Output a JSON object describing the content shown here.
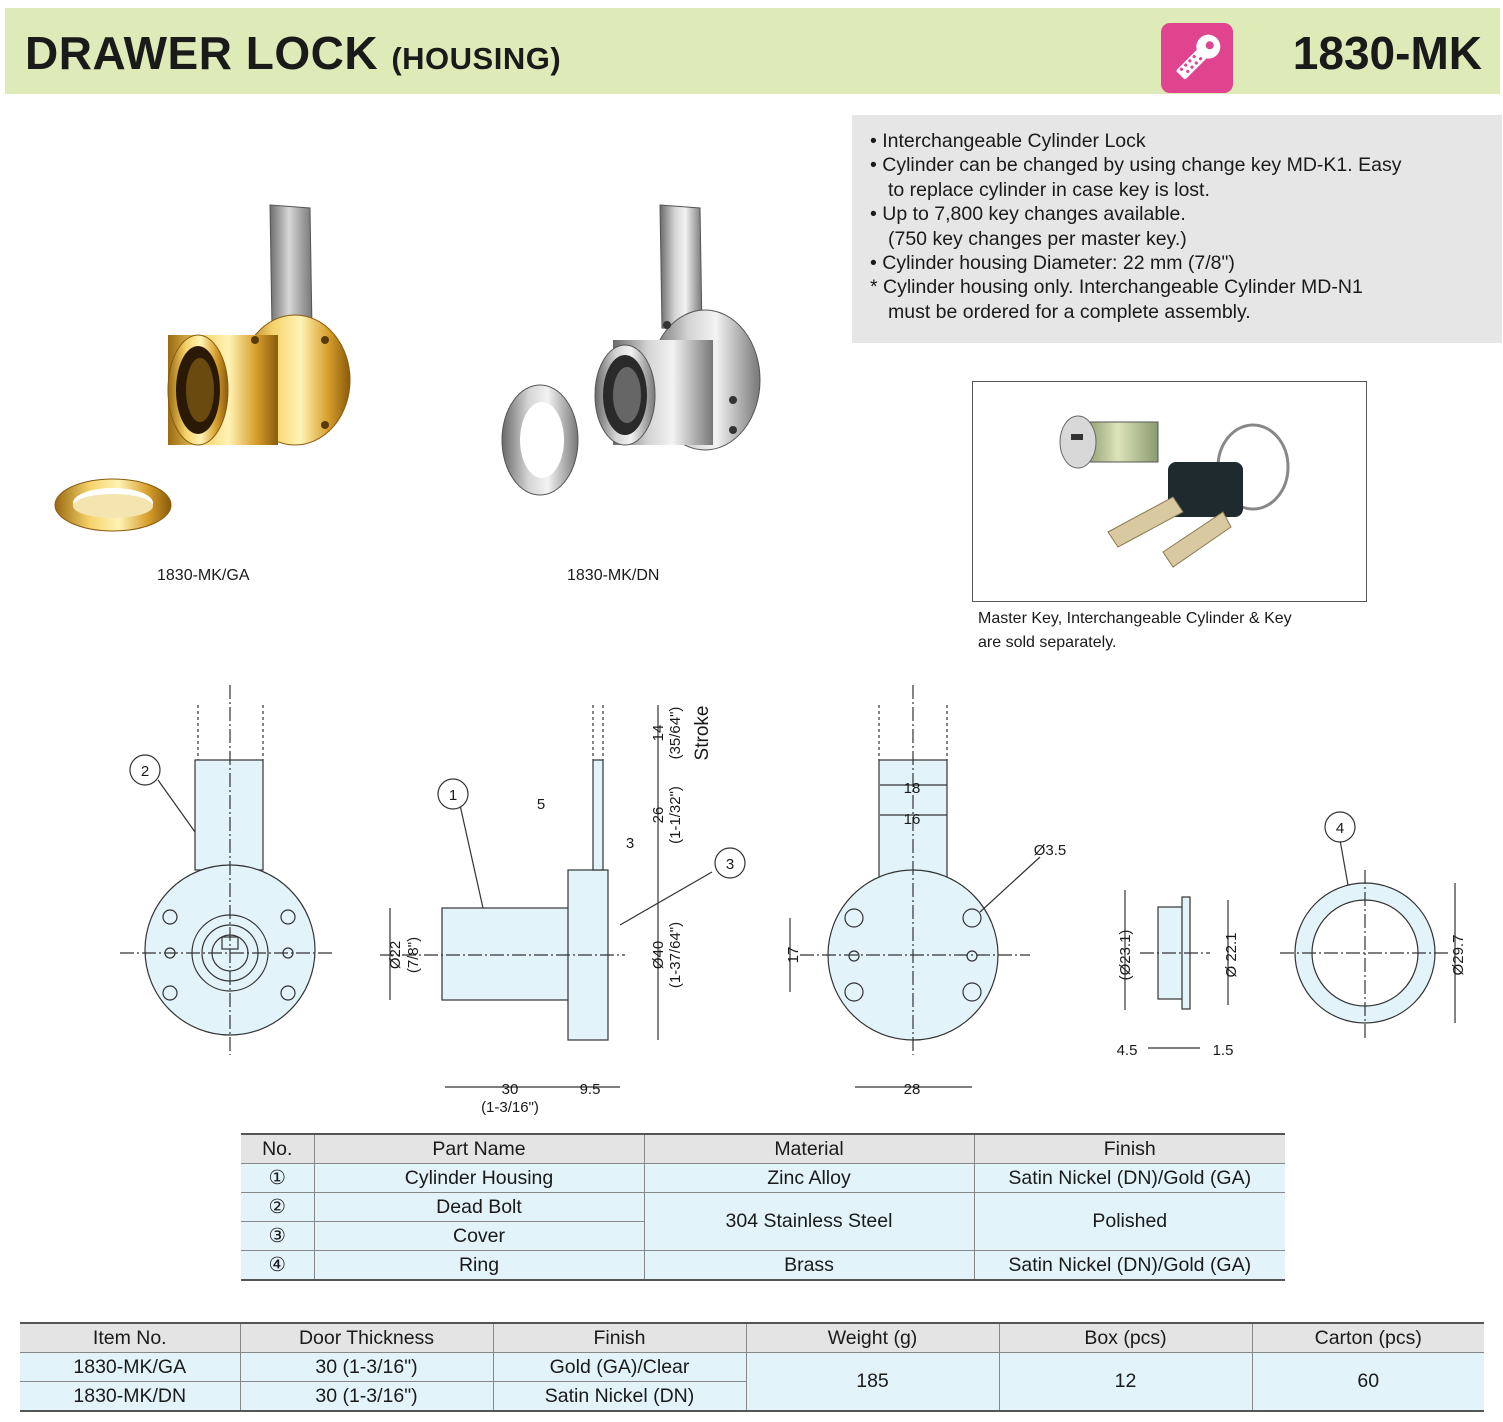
{
  "header": {
    "title_main": "DRAWER LOCK",
    "title_sub": "(HOUSING)",
    "model_no": "1830-MK"
  },
  "features": [
    "• Interchangeable Cylinder Lock",
    "• Cylinder can be changed by using change key MD-K1. Easy",
    "to replace cylinder in case key is lost.",
    "• Up to 7,800 key changes available.",
    "(750 key changes per master key.)",
    "• Cylinder housing Diameter: 22 mm (7/8\")",
    "* Cylinder housing only. Interchangeable Cylinder MD-N1",
    "must be ordered for a complete assembly."
  ],
  "photos": {
    "gold_caption": "1830-MK/GA",
    "nickel_caption": "1830-MK/DN",
    "cylinder_caption_1": "Master Key, Interchangeable Cylinder & Key",
    "cylinder_caption_2": "are sold separately."
  },
  "drawing": {
    "callouts": [
      "1",
      "2",
      "3",
      "4"
    ],
    "dims": {
      "d14": "14",
      "d14i": "(35/64\")",
      "stroke": "Stroke",
      "d26": "26",
      "d26i": "(1-1/32\")",
      "d5": "5",
      "d3": "3",
      "d22": "Ø22",
      "d22i": "(7/8\")",
      "d40": "Ø40",
      "d40i": "(1-37/64\")",
      "d30": "30",
      "d30i": "(1-3/16\")",
      "d95": "9.5",
      "d18": "18",
      "d16": "16",
      "d35": "Ø3.5",
      "d17": "17",
      "d28": "28",
      "d231": "(Ø23.1)",
      "d221": "Ø 22.1",
      "d45": "4.5",
      "d15": "1.5",
      "d297": "Ø29.7"
    }
  },
  "parts_table": {
    "headers": [
      "No.",
      "Part Name",
      "Material",
      "Finish"
    ],
    "rows": [
      {
        "no": "①",
        "name": "Cylinder Housing",
        "material": "Zinc Alloy",
        "finish": "Satin Nickel (DN)/Gold (GA)"
      },
      {
        "no": "②",
        "name": "Dead Bolt",
        "material": "304 Stainless Steel",
        "finish": "Polished"
      },
      {
        "no": "③",
        "name": "Cover"
      },
      {
        "no": "④",
        "name": "Ring",
        "material": "Brass",
        "finish": "Satin Nickel (DN)/Gold (GA)"
      }
    ]
  },
  "item_table": {
    "headers": [
      "Item No.",
      "Door Thickness",
      "Finish",
      "Weight (g)",
      "Box (pcs)",
      "Carton (pcs)"
    ],
    "rows": [
      {
        "item": "1830-MK/GA",
        "thickness": "30 (1-3/16\")",
        "finish": "Gold (GA)/Clear"
      },
      {
        "item": "1830-MK/DN",
        "thickness": "30 (1-3/16\")",
        "finish": "Satin Nickel (DN)"
      }
    ],
    "weight": "185",
    "box": "12",
    "carton": "60"
  }
}
